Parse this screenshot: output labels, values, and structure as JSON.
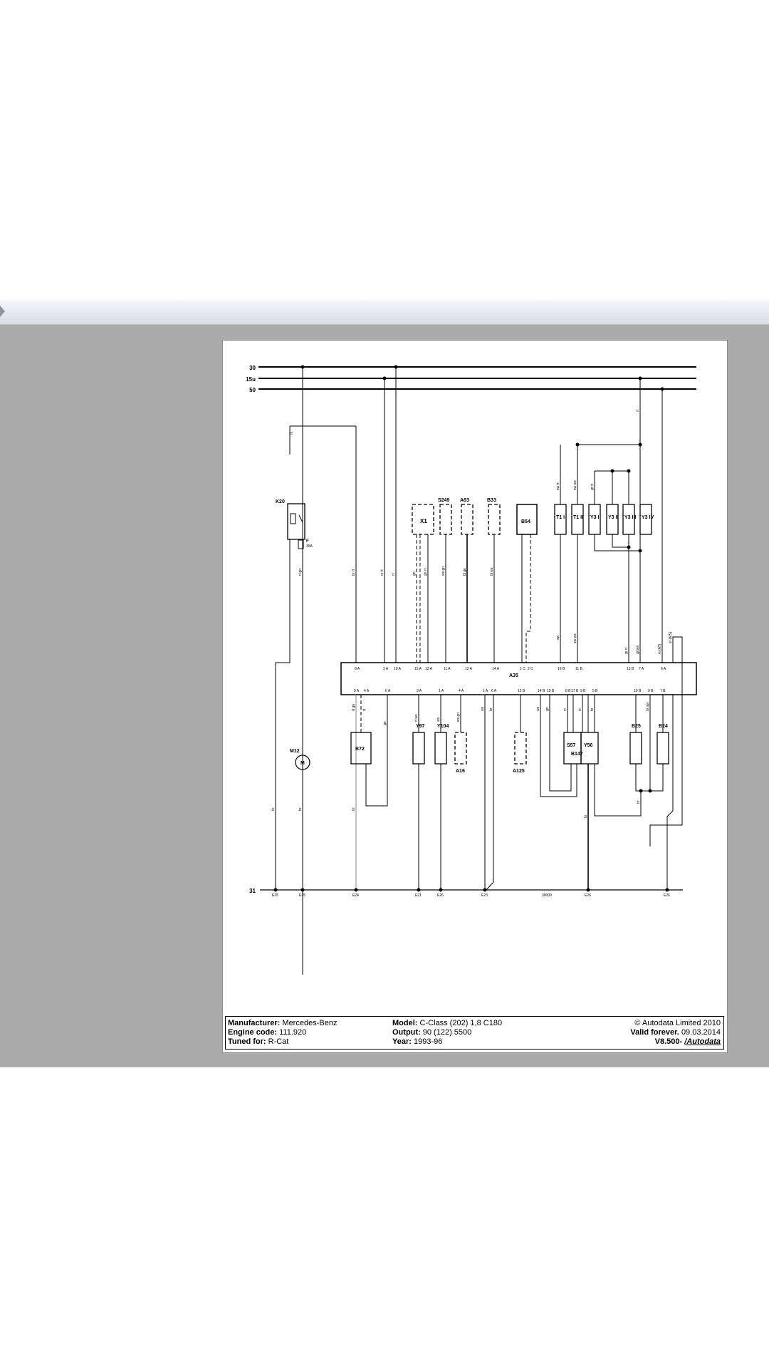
{
  "page": {
    "footer": {
      "manufacturer_label": "Manufacturer:",
      "manufacturer": "Mercedes-Benz",
      "engine_label": "Engine code:",
      "engine": "111.920",
      "tuned_label": "Tuned for:",
      "tuned": "R-Cat",
      "model_label": "Model:",
      "model": "C-Class (202) 1,8 C180",
      "output_label": "Output:",
      "output": "90 (122) 5500",
      "year_label": "Year:",
      "year": "1993-96",
      "copyright": "© Autodata Limited 2010",
      "valid_label": "Valid forever.",
      "valid_date": "09.03.2014",
      "version": "V8.500-",
      "brand": "/Autodata"
    }
  },
  "diagram": {
    "rails": [
      "30",
      "15u",
      "50"
    ],
    "ground": "31",
    "ecu": "A35",
    "upper_components": [
      {
        "id": "K20",
        "label": "K20"
      },
      {
        "id": "X1",
        "label": "X1"
      },
      {
        "id": "S249",
        "label": "S249"
      },
      {
        "id": "A63",
        "label": "A63"
      },
      {
        "id": "B33",
        "label": "B33"
      },
      {
        "id": "B54",
        "label": "B54"
      },
      {
        "id": "T1-I",
        "label": "T1 I"
      },
      {
        "id": "T1-II",
        "label": "T1 II"
      },
      {
        "id": "Y3-I",
        "label": "Y3 I"
      },
      {
        "id": "Y3-II",
        "label": "Y3 II"
      },
      {
        "id": "Y3-III",
        "label": "Y3 III"
      },
      {
        "id": "Y3-IV",
        "label": "Y3 IV"
      }
    ],
    "lower_components": [
      {
        "id": "M12",
        "label": "M12"
      },
      {
        "id": "B72",
        "label": "B72"
      },
      {
        "id": "Y97",
        "label": "Y97"
      },
      {
        "id": "Y104",
        "label": "Y104"
      },
      {
        "id": "A16",
        "label": "A16"
      },
      {
        "id": "A125",
        "label": "A125"
      },
      {
        "id": "S57",
        "label": "S57"
      },
      {
        "id": "Y56",
        "label": "Y56"
      },
      {
        "id": "B147",
        "label": "B147"
      },
      {
        "id": "B25",
        "label": "B25"
      },
      {
        "id": "B24",
        "label": "B24"
      }
    ],
    "fuse": "F",
    "fuse_rating": "30A",
    "ground_points": [
      "E25",
      "E25",
      "E24",
      "E21",
      "E26",
      "E23",
      "30009",
      "E26",
      "E26"
    ],
    "upper_pins": [
      "8 A",
      "2 A",
      "10 A",
      "15 A",
      "13 A",
      "11 A",
      "12 A",
      "14 A",
      "1 C",
      "2 C",
      "16 B",
      "11 B",
      "13 B",
      "7 A",
      "6 A"
    ],
    "lower_pins": [
      "5 A",
      "4 A",
      "6 A",
      "3 A",
      "1 A",
      "4 A",
      "1 A",
      "6 A",
      "12 B",
      "14 B",
      "15 B",
      "8 B",
      "17 B",
      "9 B",
      "5 B",
      "10 B",
      "9 B",
      "7 B"
    ],
    "wire_colors_upper": [
      "rt",
      "br rt",
      "rs rt",
      "rt",
      "gn",
      "gn rt",
      "ws gn",
      "bl ge",
      "bl ws",
      "sw rt",
      "sw ws",
      "rt",
      "gr rt",
      "sw",
      "sw ws",
      "gr rt",
      "gr/ws",
      "vi (AT)",
      "sr (MS)"
    ],
    "wire_colors_lower": [
      "br",
      "rt gn",
      "gn",
      "rt gn",
      "rt",
      "rt ws",
      "ws",
      "ws gn",
      "ws",
      "br",
      "ws",
      "gn",
      "vi",
      "vi",
      "br",
      "br sw",
      "br",
      "br",
      "br",
      "br"
    ]
  }
}
